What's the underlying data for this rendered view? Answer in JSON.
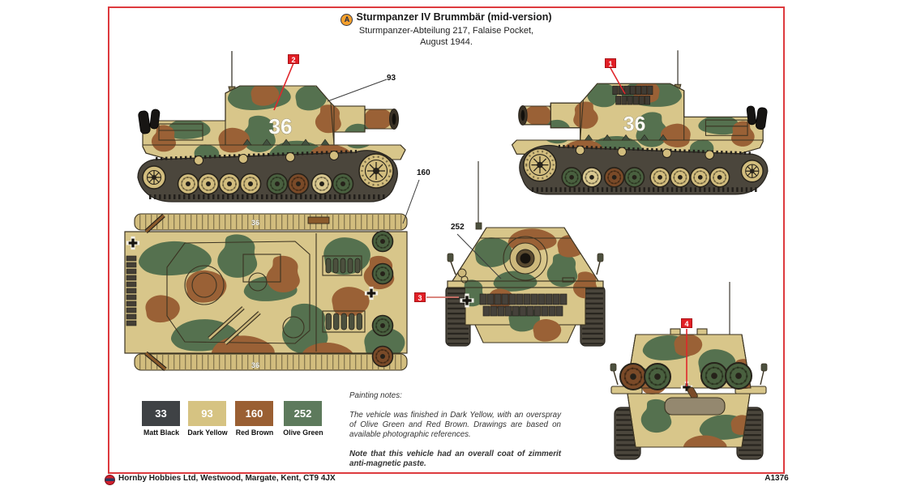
{
  "header": {
    "variant_letter": "A",
    "title": "Sturmpanzer IV Brummbär (mid-version)",
    "subtitle_line1": "Sturmpanzer-Abteilung 217, Falaise Pocket,",
    "subtitle_line2": "August 1944."
  },
  "markings": {
    "vehicle_number": "36"
  },
  "callouts": [
    {
      "label": "1"
    },
    {
      "label": "2"
    },
    {
      "label": "3"
    },
    {
      "label": "4"
    }
  ],
  "paint_labels": {
    "dark_yellow": "93",
    "red_brown": "160",
    "olive_green": "252"
  },
  "color_chart": {
    "swatches": [
      {
        "number": "33",
        "name": "Matt Black",
        "hex": "#3f4245"
      },
      {
        "number": "93",
        "name": "Dark Yellow",
        "hex": "#d6c382"
      },
      {
        "number": "160",
        "name": "Red Brown",
        "hex": "#9a5f33"
      },
      {
        "number": "252",
        "name": "Olive Green",
        "hex": "#5d7a5c"
      }
    ]
  },
  "painting_notes": {
    "heading": "Painting notes:",
    "body": "The vehicle was finished in Dark Yellow, with an overspray of Olive Green and Red Brown. Drawings are based on available photographic references.",
    "note": "Note that this vehicle had an overall coat of zimmerit anti-magnetic paste."
  },
  "footer": {
    "address": "Hornby Hobbies Ltd, Westwood, Margate, Kent, CT9 4JX",
    "sheet_code": "A1376"
  },
  "colors": {
    "callout_red": "#e21f26",
    "border_red": "#dd3a3e",
    "camo_dark_yellow": "#d8c68a",
    "camo_olive_green": "#55714f",
    "camo_red_brown": "#9a6136"
  }
}
